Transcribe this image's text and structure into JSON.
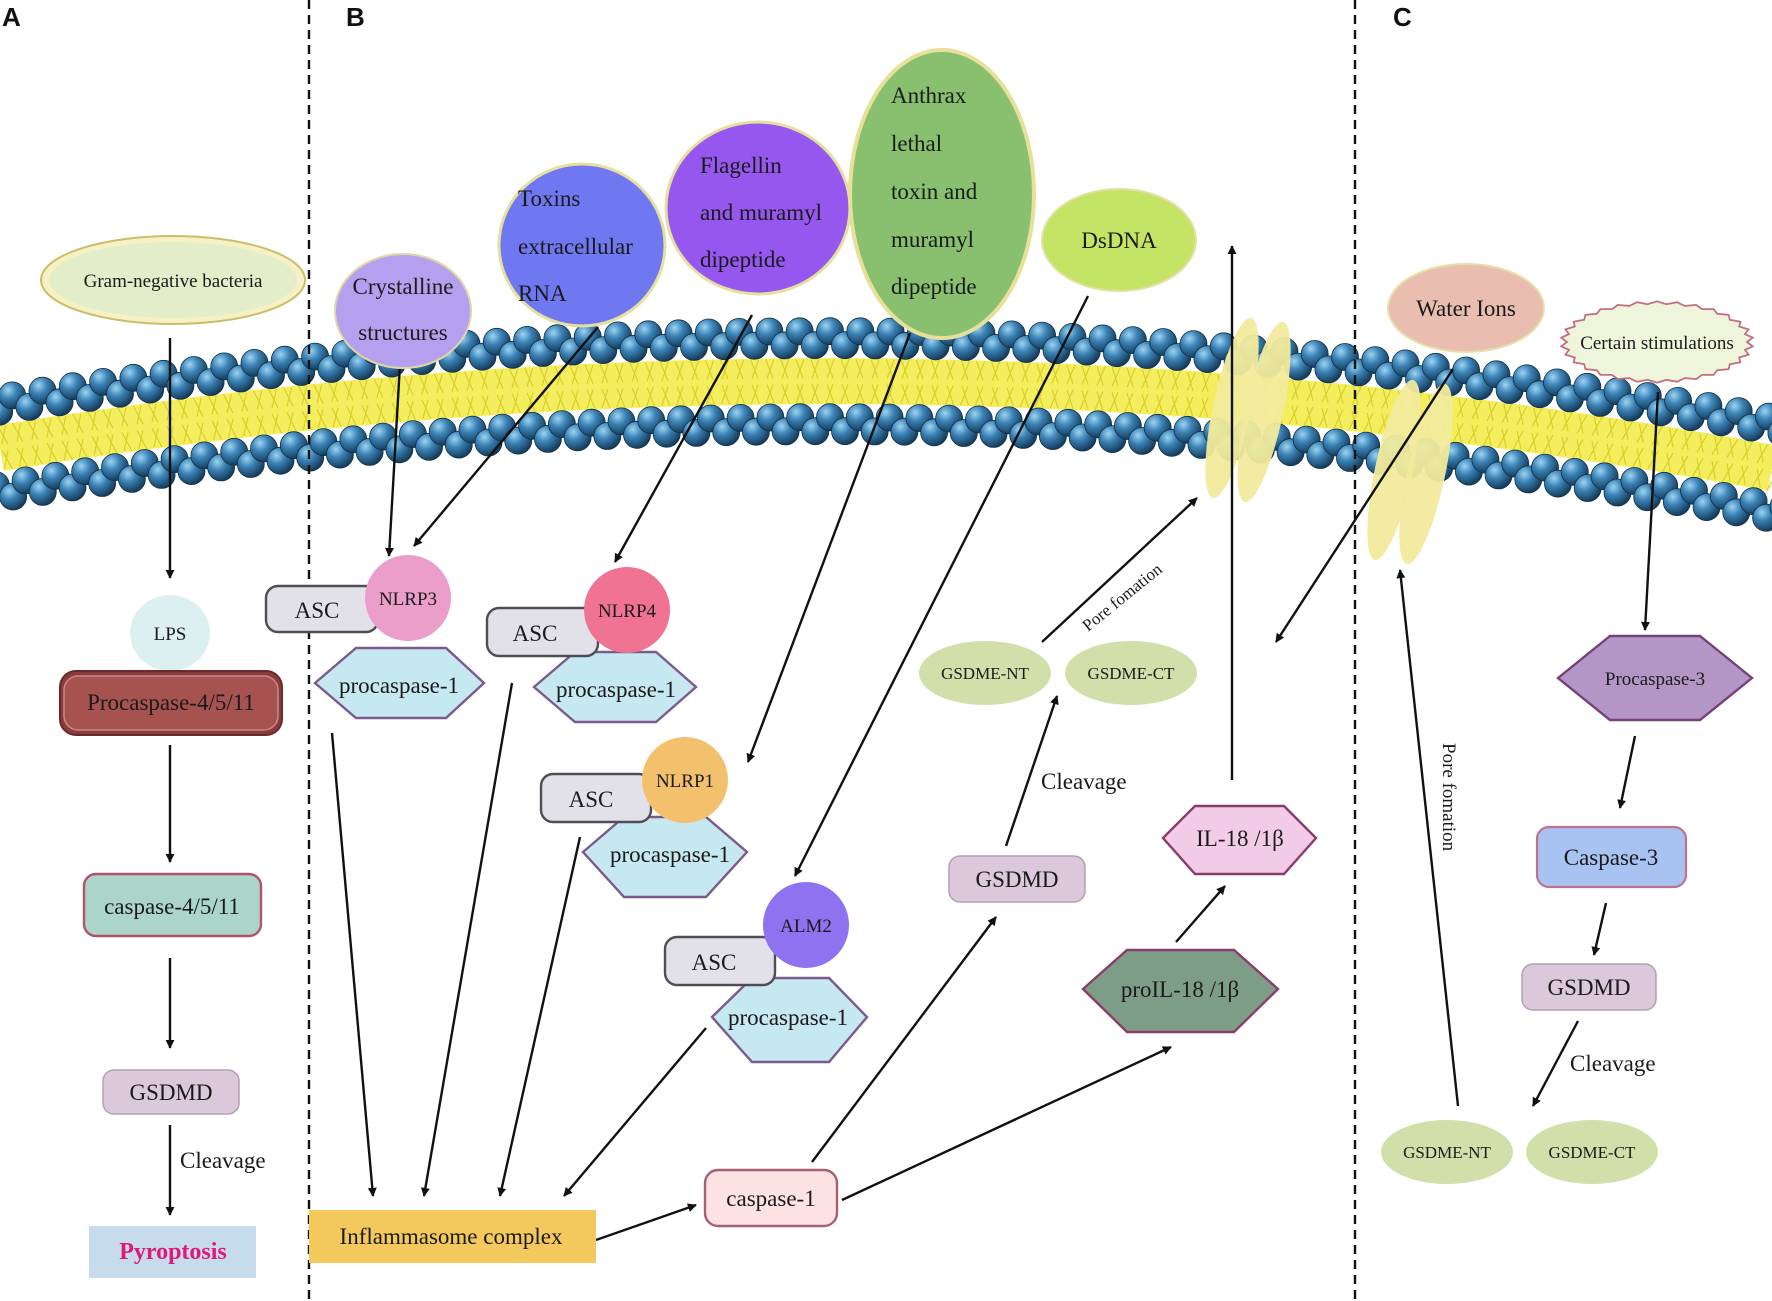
{
  "panels": {
    "a": "A",
    "b": "B",
    "c": "C"
  },
  "panel_a": {
    "trigger": "Gram-negative bacteria",
    "lps": "LPS",
    "procaspase": "Procaspase-4/5/11",
    "caspase": "caspase-4/5/11",
    "gsdmd": "GSDMD",
    "cleavage": "Cleavage",
    "outcome": "Pyroptosis"
  },
  "panel_b": {
    "stimuli": {
      "crystalline": [
        "Crystalline",
        "structures"
      ],
      "toxins": [
        "Toxins",
        "extracellular",
        "RNA"
      ],
      "flagellin": [
        "Flagellin",
        "and muramyl",
        "dipeptide"
      ],
      "anthrax": [
        "Anthrax",
        "lethal",
        "toxin and",
        "muramyl",
        "dipeptide"
      ],
      "dsdna": "DsDNA"
    },
    "inflammasomes": {
      "nlrp3": {
        "asc": "ASC",
        "sensor": "NLRP3",
        "pro": "procaspase-1"
      },
      "nlrp4": {
        "asc": "ASC",
        "sensor": "NLRP4",
        "pro": "procaspase-1"
      },
      "nlrp1": {
        "asc": "ASC",
        "sensor": "NLRP1",
        "pro": "procaspase-1"
      },
      "alm2": {
        "asc": "ASC",
        "sensor": "ALM2",
        "pro": "procaspase-1"
      }
    },
    "complex": "Inflammasome complex",
    "caspase1": "caspase-1",
    "gsdmd": "GSDMD",
    "cleavage": "Cleavage",
    "gsdme_nt": "GSDME-NT",
    "gsdme_ct": "GSDME-CT",
    "pore": "Pore fomation",
    "proil": "proIL-18 /1β",
    "il": "IL-18 /1β"
  },
  "panel_c": {
    "water": "Water Ions",
    "stim": "Certain stimulations",
    "procaspase3": "Procaspase-3",
    "caspase3": "Caspase-3",
    "gsdmd": "GSDMD",
    "cleavage": "Cleavage",
    "gsdme_nt": "GSDME-NT",
    "gsdme_ct": "GSDME-CT",
    "pore": "Pore fomation"
  },
  "colors": {
    "head": "#2f6d96",
    "tail": "#e8e34a",
    "pore": "#f0e89a",
    "pyroptosis_text": "#e0187a",
    "pyroptosis_bg": "#c5dcec",
    "complex_bg": "#f3c85c"
  }
}
